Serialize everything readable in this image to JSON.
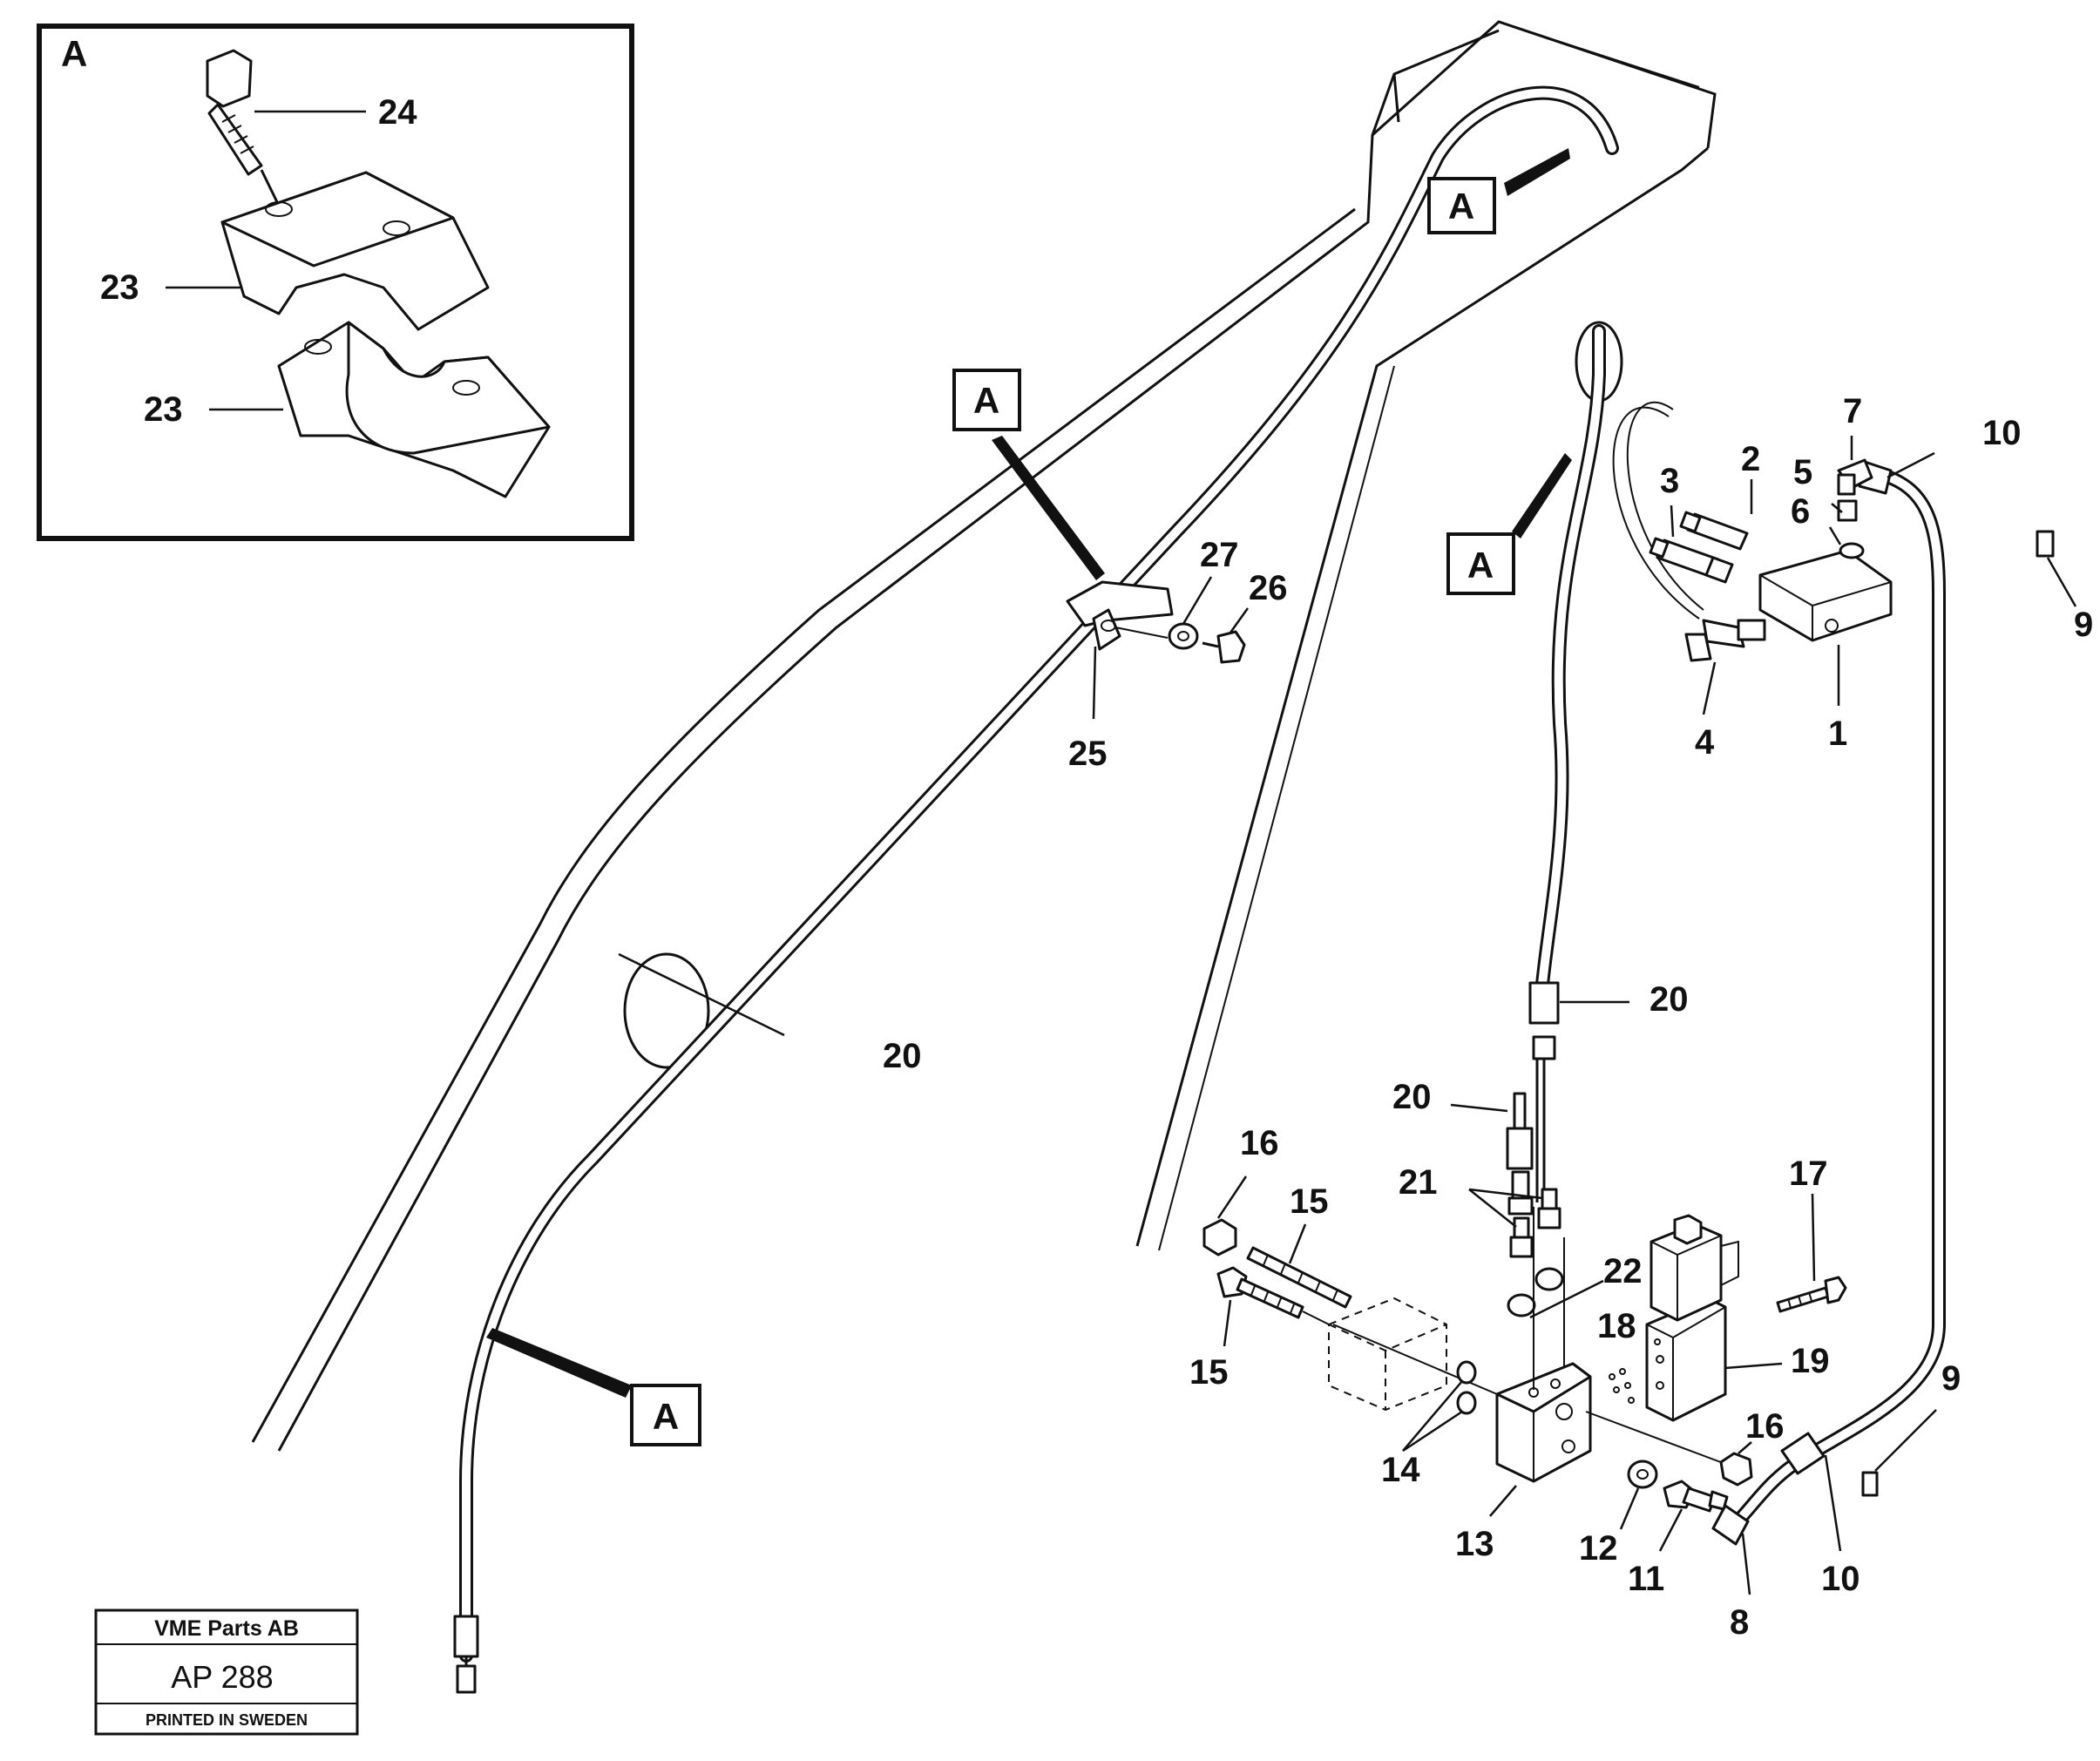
{
  "inset": {
    "label": "A",
    "callouts": [
      "24",
      "23",
      "23"
    ]
  },
  "view_markers": [
    "A",
    "A",
    "A",
    "A"
  ],
  "callouts": [
    "27",
    "26",
    "25",
    "7",
    "10",
    "2",
    "3",
    "5",
    "6",
    "9",
    "1",
    "4",
    "20",
    "20",
    "20",
    "21",
    "22",
    "16",
    "15",
    "15",
    "18",
    "17",
    "19",
    "14",
    "13",
    "12",
    "11",
    "16",
    "9",
    "10",
    "8"
  ],
  "stamp": {
    "company": "VME Parts AB",
    "code": "AP 288",
    "printed": "PRINTED IN SWEDEN"
  }
}
